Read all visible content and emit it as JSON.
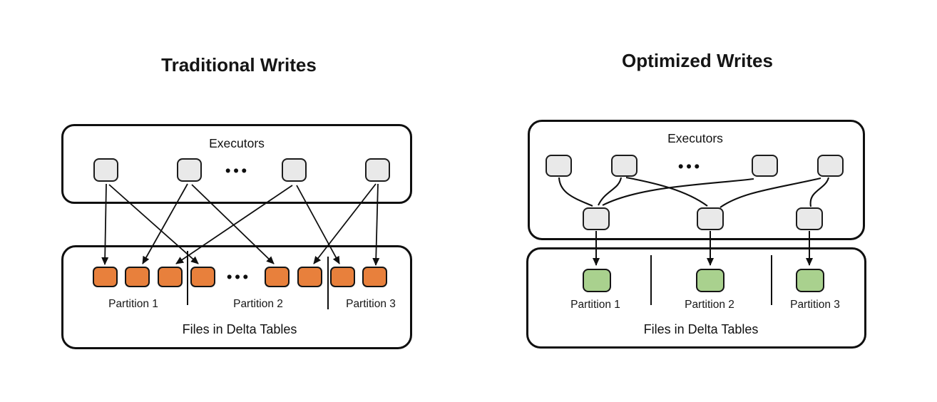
{
  "colors": {
    "file_orange": "#E8803C",
    "file_green": "#A9D18E",
    "node_gray": "#E9E9E9",
    "outline": "#111111"
  },
  "traditional": {
    "title": "Traditional Writes",
    "executors_label": "Executors",
    "executors_ellipsis": "•••",
    "files_ellipsis": "•••",
    "partition_labels": [
      "Partition 1",
      "Partition 2",
      "Partition 3"
    ],
    "files_label": "Files in Delta Tables"
  },
  "optimized": {
    "title": "Optimized Writes",
    "executors_label": "Executors",
    "executors_ellipsis": "•••",
    "partition_labels": [
      "Partition 1",
      "Partition 2",
      "Partition 3"
    ],
    "files_label": "Files in Delta Tables"
  }
}
